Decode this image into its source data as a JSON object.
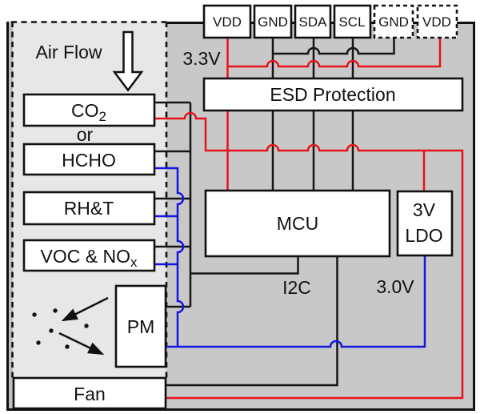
{
  "diagram": {
    "title_hint": "air-quality-sensor-module-block-diagram",
    "pins": [
      {
        "label": "VDD",
        "style": "solid"
      },
      {
        "label": "GND",
        "style": "solid"
      },
      {
        "label": "SDA",
        "style": "solid"
      },
      {
        "label": "SCL",
        "style": "solid"
      },
      {
        "label": "GND",
        "style": "dashed"
      },
      {
        "label": "VDD",
        "style": "dashed"
      }
    ],
    "blocks": {
      "esd": "ESD Protection",
      "mcu": "MCU",
      "ldo_line1": "3V",
      "ldo_line2": "LDO",
      "co2_main": "CO",
      "co2_sub": "2",
      "or_text": "or",
      "hcho": "HCHO",
      "rht": "RH&T",
      "voc_main": "VOC & NO",
      "voc_sub": "x",
      "pm": "PM",
      "fan": "Fan"
    },
    "labels": {
      "airflow": "Air Flow",
      "v33": "3.3V",
      "i2c": "I2C",
      "v30": "3.0V"
    },
    "colors": {
      "rail_33v": "#e8121a",
      "rail_30v": "#1515e0",
      "signal": "#151515"
    }
  }
}
